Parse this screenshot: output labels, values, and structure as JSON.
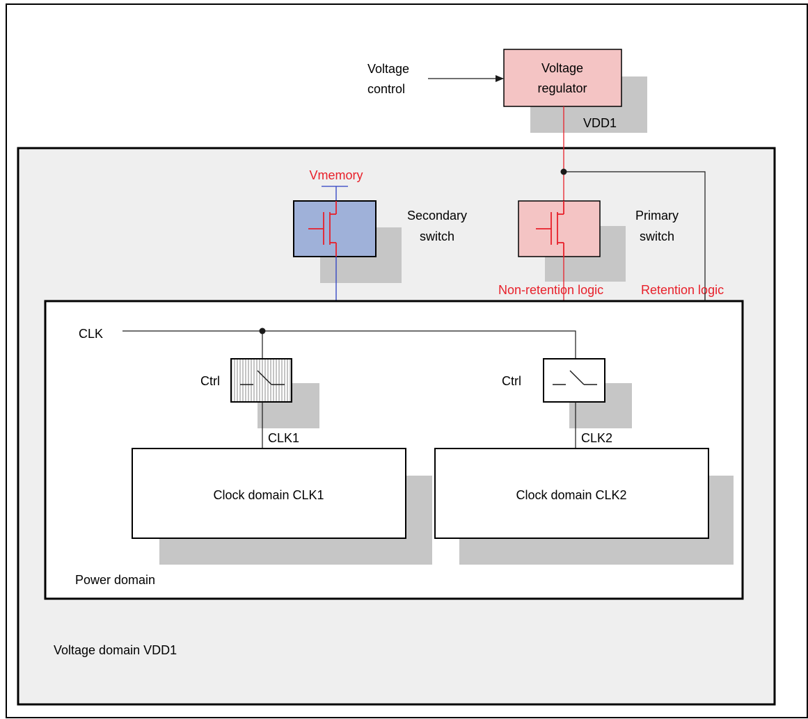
{
  "colors": {
    "wire_black": "#1a1a1a",
    "wire_red": "#e8202a",
    "wire_blue": "#2b3fc2",
    "shadow": "#c6c6c6",
    "pink_fill": "#f4c4c4",
    "blue_fill": "#9fb1d9",
    "domain_fill": "#efefef"
  },
  "regulator": {
    "label_line1": "Voltage",
    "label_line2": "regulator",
    "supply": "VDD1"
  },
  "voltage_control": {
    "line1": "Voltage",
    "line2": "control"
  },
  "vmemory": "Vmemory",
  "secondary_switch": {
    "line1": "Secondary",
    "line2": "switch"
  },
  "primary_switch": {
    "line1": "Primary",
    "line2": "switch"
  },
  "non_retention": "Non-retention logic",
  "retention": "Retention logic",
  "clk": "CLK",
  "ctrl1": "Ctrl",
  "ctrl2": "Ctrl",
  "clk1": "CLK1",
  "clk2": "CLK2",
  "clock_domain_1": "Clock domain CLK1",
  "clock_domain_2": "Clock domain CLK2",
  "power_domain": "Power domain",
  "voltage_domain": "Voltage domain VDD1"
}
